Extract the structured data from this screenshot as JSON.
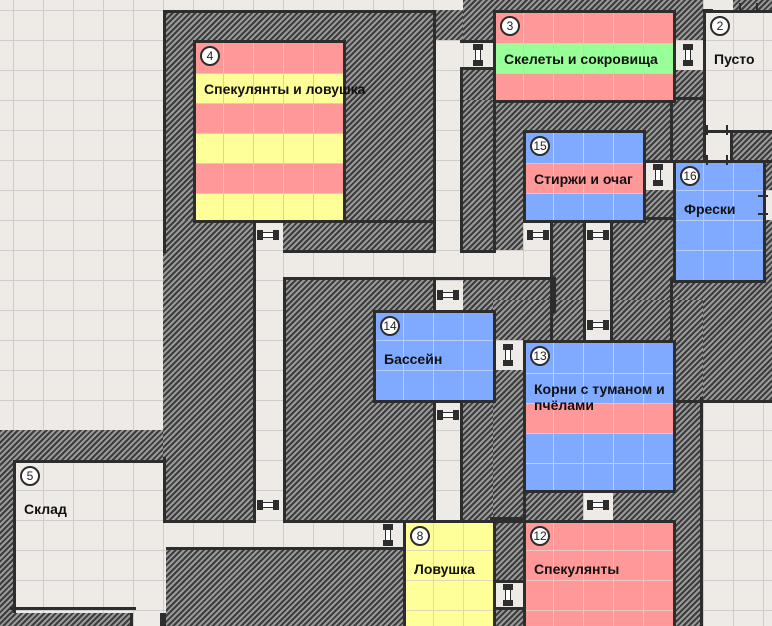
{
  "map": {
    "colors": {
      "background": "#eeebe6",
      "rock": "#8a8a8a",
      "wall": "#2d2d2d",
      "red": "#ff9999",
      "yellow": "#ffff99",
      "green": "#99ff99",
      "blue": "#80aaff",
      "empty": "#eeebe6"
    },
    "rooms": [
      {
        "number": "4",
        "label": "Спекулянты и ловушка",
        "rows": [
          "red",
          "yellow",
          "red",
          "yellow",
          "red",
          "yellow"
        ]
      },
      {
        "number": "3",
        "label": "Скелеты и сокровища",
        "rows": [
          "red",
          "green",
          "red"
        ]
      },
      {
        "number": "2",
        "label": "Пусто",
        "rows": [
          "empty"
        ]
      },
      {
        "number": "15",
        "label": "Стиржи и очаг",
        "rows": [
          "blue",
          "red",
          "blue"
        ]
      },
      {
        "number": "16",
        "label": "Фрески",
        "rows": [
          "blue"
        ]
      },
      {
        "number": "14",
        "label": "Бассейн",
        "rows": [
          "blue"
        ]
      },
      {
        "number": "13",
        "label": "Корни с туманом и пчёлами",
        "label_line1": "Корни с туманом и",
        "label_line2": "пчёлами",
        "rows": [
          "blue",
          "blue",
          "red",
          "blue",
          "blue"
        ]
      },
      {
        "number": "5",
        "label": "Склад",
        "rows": [
          "empty"
        ]
      },
      {
        "number": "8",
        "label": "Ловушка",
        "rows": [
          "yellow"
        ]
      },
      {
        "number": "12",
        "label": "Спекулянты",
        "rows": [
          "red"
        ]
      }
    ]
  }
}
